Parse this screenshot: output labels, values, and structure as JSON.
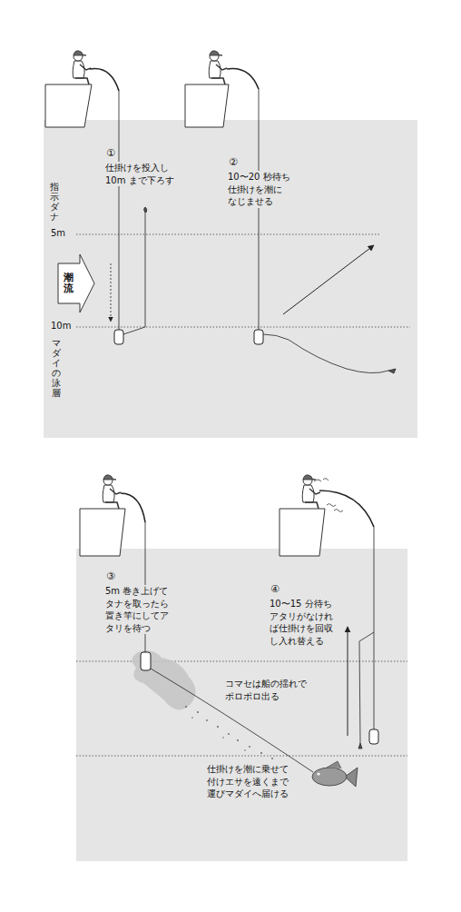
{
  "diagram": {
    "labels": [
      "①",
      "仕掛けを投入し 10m まで下ろす",
      "②",
      "10〜20 秒待ち 仕掛けを潮に なじませる",
      "指示ダナ",
      "5m",
      "潮流",
      "10m",
      "マダイの泳層",
      "③",
      "5m 巻き上げて タナを取ったら 置き竿にしてア タリを待つ",
      "④",
      "10〜15 分待ち アタリがなけれ ば仕掛けを回収 し入れ替える",
      "コマセは船の揺れで ポロポロ出る",
      "仕掛けを潮に乗せて 付けエサを遠くまで 運びマダイへ届ける"
    ]
  }
}
